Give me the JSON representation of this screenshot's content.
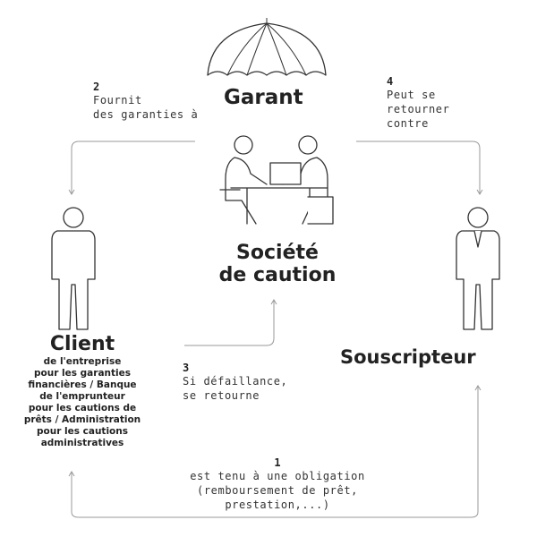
{
  "nodes": {
    "garant": "Garant",
    "societe_line1": "Société",
    "societe_line2": "de caution",
    "client_title": "Client",
    "client_sub": [
      "de l'entreprise",
      "pour les garanties",
      "financières / Banque",
      "de l'emprunteur",
      "pour les cautions de",
      "prêts / Administration",
      "pour les cautions",
      "administratives"
    ],
    "souscripteur": "Souscripteur"
  },
  "steps": [
    {
      "number": "1",
      "lines": [
        "est tenu à une obligation",
        "(remboursement de prêt, prestation,...)"
      ]
    },
    {
      "number": "2",
      "lines": [
        "Fournit",
        "des garanties à"
      ]
    },
    {
      "number": "3",
      "lines": [
        "Si défaillance,",
        "se retourne"
      ]
    },
    {
      "number": "4",
      "lines": [
        "Peut se",
        "retourner",
        "contre"
      ]
    }
  ],
  "icons": [
    "umbrella-icon",
    "meeting-icon",
    "client-person-icon",
    "souscripteur-person-icon"
  ]
}
